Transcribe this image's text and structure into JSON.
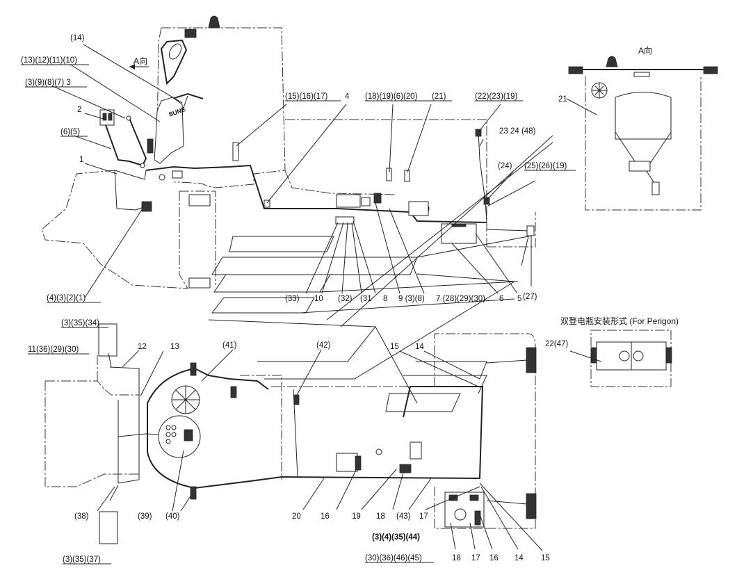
{
  "labels": {
    "l_14_top": "(14)",
    "l_13_12_11_10": "(13)(12)(11)(10)",
    "l_3_9_8_7_3": "(3)(9)(8)(7) 3",
    "l_2": "2",
    "l_6_5": "(6)(5)",
    "l_1": "1",
    "l_4_3_2_1": "(4)(3)(2)(1)",
    "l_15_16_17": "(15)(16)(17)",
    "l_4": "4",
    "l_18_19_6_20": "(18)(19)(6)(20)",
    "l_21": "(21)",
    "l_22_23_19": "(22)(23)(19)",
    "l_23_24_48": "23  24 (48)",
    "l_24": "(24)",
    "l_25_26_19": "(25)(26)(19)",
    "l_27": "(27)",
    "l_33": "(33)",
    "l_10": "10",
    "l_32": "(32)",
    "l_31": "(31",
    "l_8": "8",
    "l_9_3_8": "9 (3)(8)",
    "l_7_28_29_30": "7 (28)(29)(30)",
    "l_6": "6",
    "l_5": "5",
    "l_21_view": "21",
    "l_3_35_34": "(3)(35)(34)",
    "l_11_36_29_30": "11(36)(29)(30)",
    "l_12": "12",
    "l_13": "13",
    "l_41": "(41)",
    "l_42": "(42)",
    "l_15_mid": "15",
    "l_14_mid": "14",
    "l_22_47": "22(47)",
    "l_38": "(38)",
    "l_39": "(39)",
    "l_40": "(40)",
    "l_20": "20",
    "l_16": "16",
    "l_19": "19",
    "l_18": "18",
    "l_43": "(43)",
    "l_17": "17",
    "l_3_4_35_44": "(3)(4)(35)(44)",
    "l_30_36_46_45": "(30)(36)(46)(45)",
    "l_18_b": "18",
    "l_17_b": "17",
    "l_16_b": "16",
    "l_14_b": "14",
    "l_15_b": "15",
    "l_3_35_37": "(3)(35)(37)"
  },
  "headings": {
    "view_a_arrow": "A向",
    "view_a_title": "A向",
    "battery_title": "双登电瓶安装形式 (For Perigon)"
  },
  "misc": {
    "seat_brand": "SUNE"
  }
}
